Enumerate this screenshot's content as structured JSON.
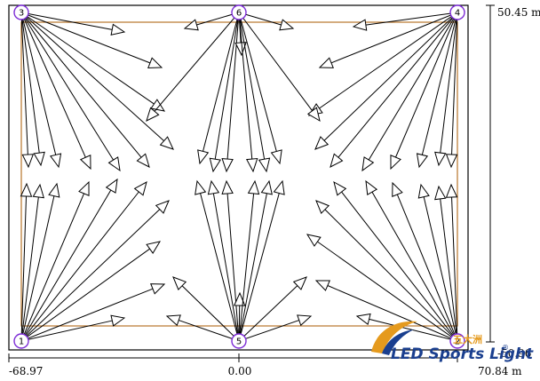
{
  "poles": [
    {
      "id": "1",
      "label": "1"
    },
    {
      "id": "2",
      "label": "2"
    },
    {
      "id": "3",
      "label": "3"
    },
    {
      "id": "4",
      "label": "4"
    },
    {
      "id": "5",
      "label": "5"
    },
    {
      "id": "6",
      "label": "6"
    }
  ],
  "dimensions": {
    "x_left": "-68.97",
    "x_center": "0.00",
    "x_right": "70.84 m",
    "y_top": "50.45 m",
    "y_bottom": "-50.96"
  },
  "logo": {
    "brand": "LED Sports Light",
    "cn": "五大洲",
    "reg": "®"
  },
  "colors": {
    "frame": "#000000",
    "pitch_line": "#b8742a",
    "pole_marker": "#7c2bd6",
    "arrow": "#000000",
    "logo_blue": "#1a3f8f",
    "logo_orange": "#e59a1d"
  },
  "icons": {
    "pole": "circled-number",
    "beam": "aiming-arrow"
  }
}
